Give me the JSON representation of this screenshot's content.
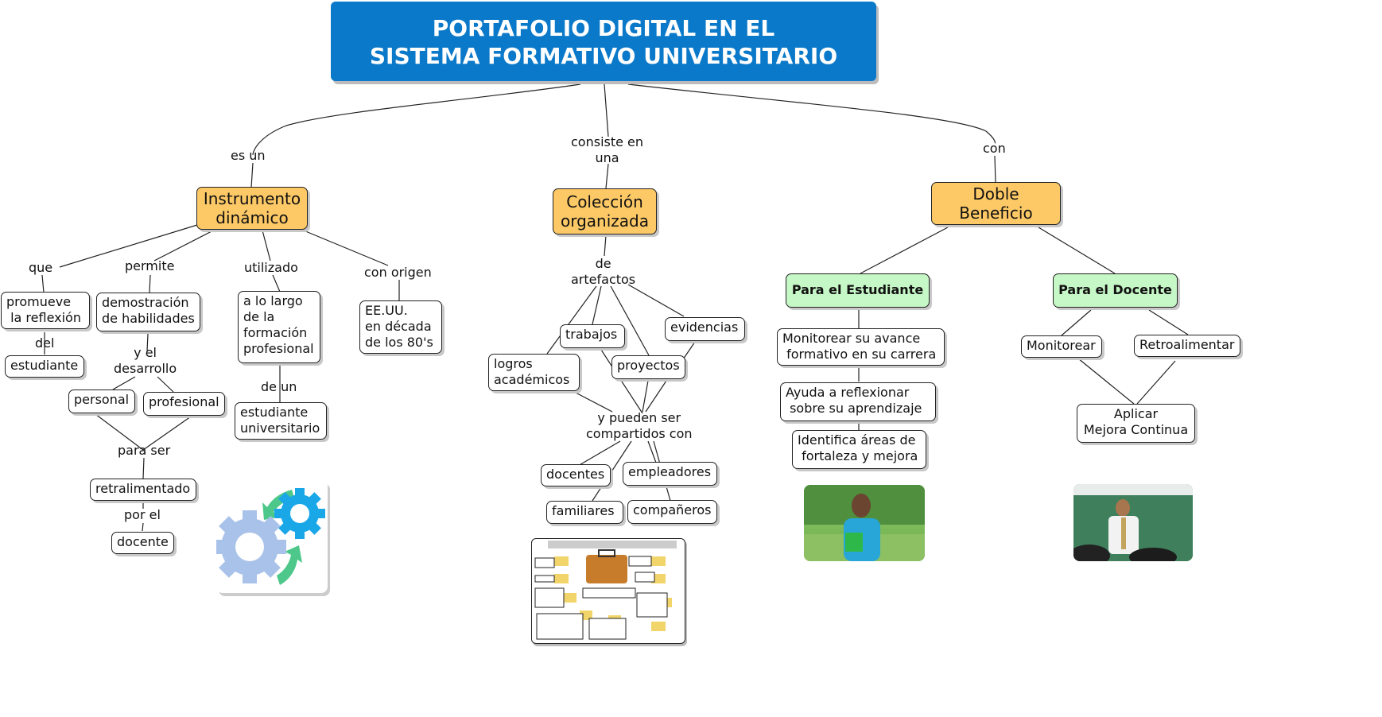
{
  "title": "PORTAFOLIO DIGITAL EN EL\nSISTEMA FORMATIVO UNIVERSITARIO",
  "colors": {
    "title_bg": "#0a79c9",
    "concept_main": "#fdc966",
    "concept_benefit": "#c6f7c6",
    "node_bg": "#ffffff",
    "line": "#222222"
  },
  "branches": {
    "left": {
      "link": "es un",
      "concept": "Instrumento\ndinámico",
      "links": {
        "que": "que",
        "permite": "permite",
        "utilizado": "utilizado",
        "con_origen": "con origen",
        "del": "del",
        "y_el_desarrollo": "y el\ndesarrollo",
        "para_ser": "para ser",
        "por_el": "por el",
        "de_un": "de un"
      },
      "nodes": {
        "promueve": "promueve\n la reflexión",
        "estudiante": "estudiante",
        "demostracion": "demostración\nde habilidades",
        "personal": "personal",
        "profesional": "profesional",
        "retralimentado": "retralimentado",
        "docente": "docente",
        "a_lo_largo": "a lo largo\nde la\nformación\nprofesional",
        "estudiante_universitario": "estudiante\nuniversitario",
        "origen": "EE.UU.\nen década\nde los 80's"
      },
      "image": "gears-icon"
    },
    "center": {
      "link": "consiste en\nuna",
      "concept": "Colección\norganizada",
      "links": {
        "de_artefactos": "de\nartefactos",
        "compartidos": "y pueden ser\ncompartidos con"
      },
      "artifacts": [
        "trabajos",
        "evidencias",
        "logros\nacadémicos",
        "proyectos"
      ],
      "shared_with": [
        "docentes",
        "empleadores",
        "familiares",
        "compañeros"
      ],
      "image": "portfolio-illustration"
    },
    "right": {
      "link": "con",
      "concept": "Doble\nBeneficio",
      "student": {
        "label": "Para el Estudiante",
        "items": [
          "Monitorear su avance\n formativo en su carrera",
          "Ayuda a reflexionar\n sobre su aprendizaje",
          "Identifica áreas de\n fortaleza y mejora"
        ],
        "image": "student-photo"
      },
      "teacher": {
        "label": "Para el Docente",
        "items": [
          "Monitorear",
          "Retroalimentar"
        ],
        "result": "Aplicar\nMejora Continua",
        "image": "teacher-photo"
      }
    }
  }
}
